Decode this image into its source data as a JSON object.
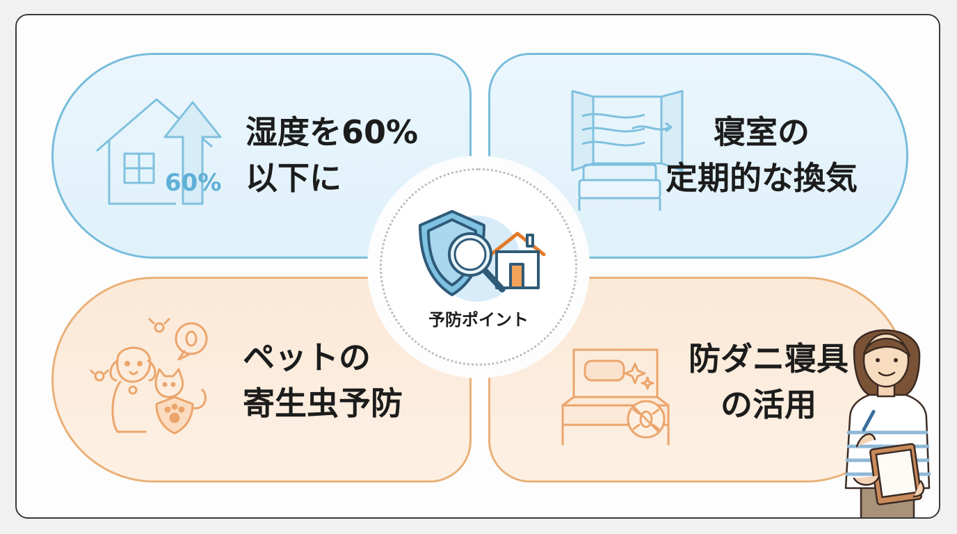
{
  "points": {
    "humidity": {
      "line1": "湿度を60%",
      "line2": "以下に",
      "icon_badge": "60%"
    },
    "ventilation": {
      "line1": "寝室の",
      "line2": "定期的な換気"
    },
    "pet": {
      "line1": "ペットの",
      "line2": "寄生虫予防"
    },
    "bedding": {
      "line1": "防ダニ寝具",
      "line2": "の活用"
    }
  },
  "hub": {
    "label": "予防ポイント",
    "icon": "shield-magnifier-house-icon"
  },
  "icons": {
    "humidity": "house-arrow-icon",
    "ventilation": "window-bed-icon",
    "pet": "dog-cat-shield-icon",
    "bedding": "bed-no-mite-icon",
    "presenter": "woman-clipboard-illustration"
  },
  "colors": {
    "blue": "#77bcdc",
    "orange": "#eab078",
    "frame": "#3a3a3a"
  }
}
